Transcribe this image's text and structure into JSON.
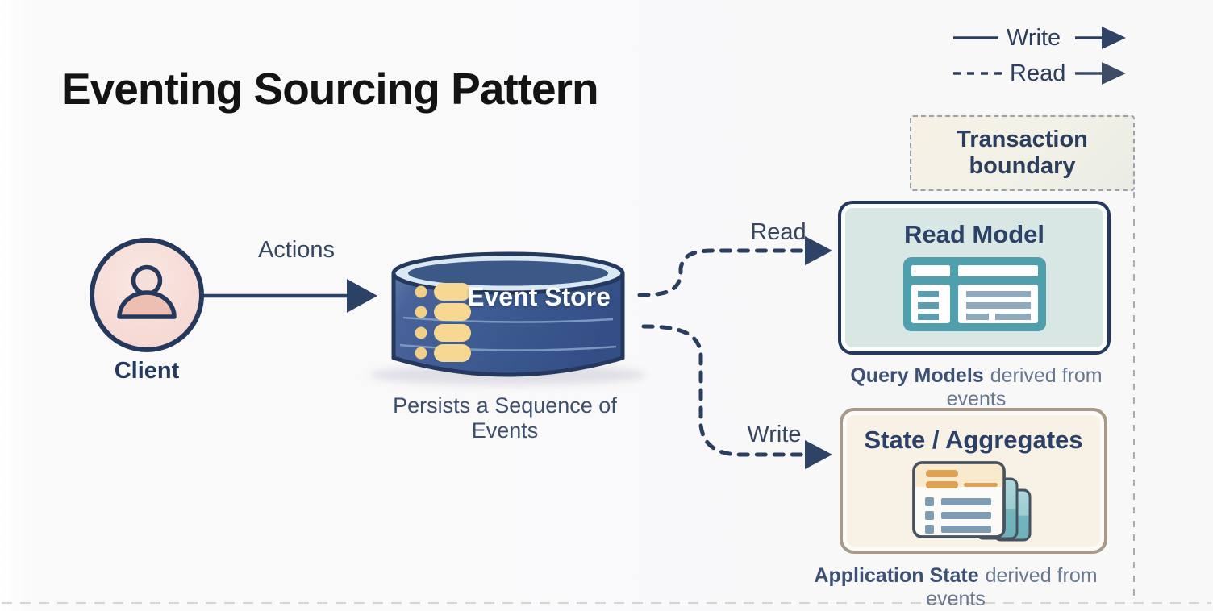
{
  "title": "Eventing Sourcing Pattern",
  "legend": {
    "write": "Write",
    "read": "Read"
  },
  "boundary": {
    "label": "Transaction boundary"
  },
  "client": {
    "label": "Client"
  },
  "edges": {
    "actions": "Actions",
    "read": "Read",
    "write": "Write"
  },
  "event_store": {
    "label": "Event Store",
    "caption": "Persists a Sequence of Events"
  },
  "read_model": {
    "title": "Read Model",
    "caption_bold": "Query Models",
    "caption_rest": "derived from events"
  },
  "state_aggregates": {
    "title": "State / Aggregates",
    "caption_bold": "Application State",
    "caption_rest": "derived from events"
  },
  "colors": {
    "navy": "#2c3e5d",
    "outline_navy": "#24395d",
    "cylinder_blue": "#3f5d92",
    "event_yellow": "#f5d58f",
    "client_pink": "#f7ddd8",
    "read_model_mint": "#d8e7e3",
    "read_model_teal": "#4f9fad",
    "state_cream": "#f8f1e6",
    "state_orange": "#dfa155",
    "caption_gray": "#68788f"
  }
}
